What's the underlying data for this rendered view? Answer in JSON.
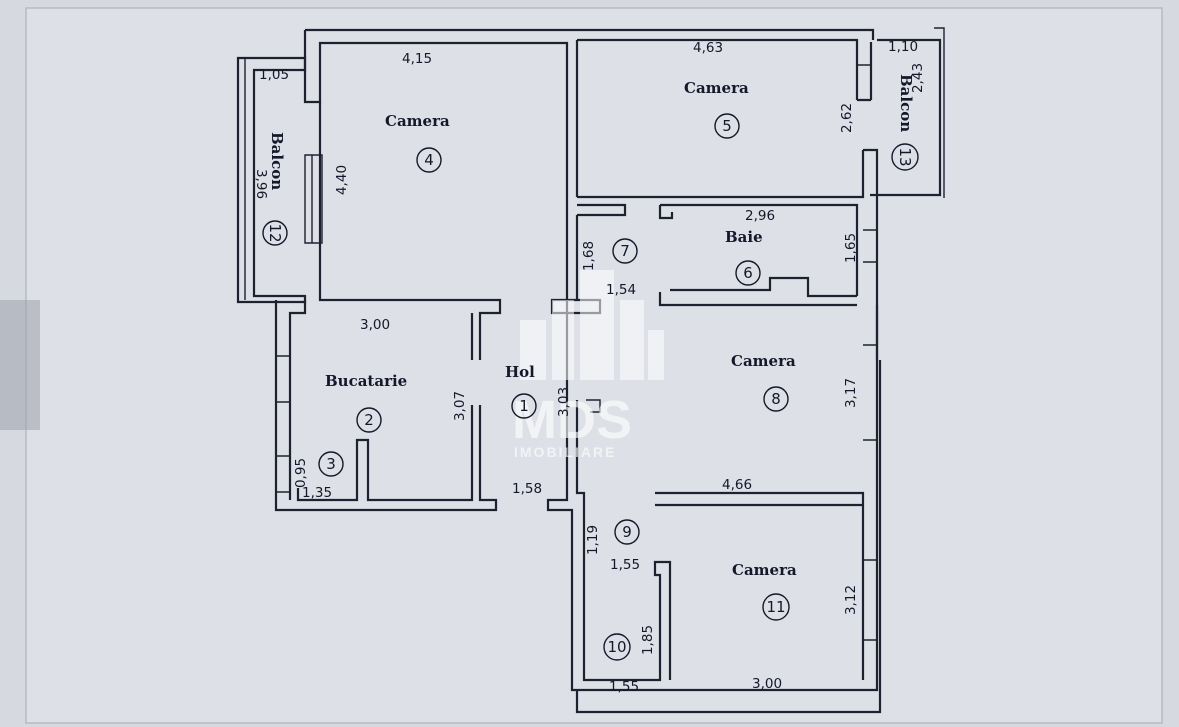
{
  "plan": {
    "rooms": [
      {
        "id": "room-4",
        "name": "Camera",
        "num": "4"
      },
      {
        "id": "room-5",
        "name": "Camera",
        "num": "5"
      },
      {
        "id": "room-6",
        "name": "Baie",
        "num": "6"
      },
      {
        "id": "room-7",
        "name": "",
        "num": "7"
      },
      {
        "id": "room-1",
        "name": "Hol",
        "num": "1"
      },
      {
        "id": "room-2",
        "name": "Bucatarie",
        "num": "2"
      },
      {
        "id": "room-3",
        "name": "",
        "num": "3"
      },
      {
        "id": "room-8",
        "name": "Camera",
        "num": "8"
      },
      {
        "id": "room-9",
        "name": "",
        "num": "9"
      },
      {
        "id": "room-10",
        "name": "",
        "num": "10"
      },
      {
        "id": "room-11",
        "name": "Camera",
        "num": "11"
      },
      {
        "id": "room-12",
        "name": "Balcon",
        "num": "12"
      },
      {
        "id": "room-13",
        "name": "Balcon",
        "num": "13"
      }
    ],
    "dimensions": {
      "d415": "4,15",
      "d463": "4,63",
      "d110": "1,10",
      "d243": "2,43",
      "d105": "1,05",
      "d396": "3,96",
      "d440": "4,40",
      "d262": "2,62",
      "d296": "2,96",
      "d165": "1,65",
      "d168": "1,68",
      "d154": "1,54",
      "d300a": "3,00",
      "d307": "3,07",
      "d303": "3,03",
      "d317": "3,17",
      "d095": "0,95",
      "d135": "1,35",
      "d158": "1,58",
      "d466": "4,66",
      "d119": "1,19",
      "d155a": "1,55",
      "d185": "1,85",
      "d312": "3,12",
      "d155b": "1,55",
      "d300b": "3,00"
    }
  },
  "watermark": {
    "brand": "MDS",
    "tagline": "IMOBILIARE"
  }
}
